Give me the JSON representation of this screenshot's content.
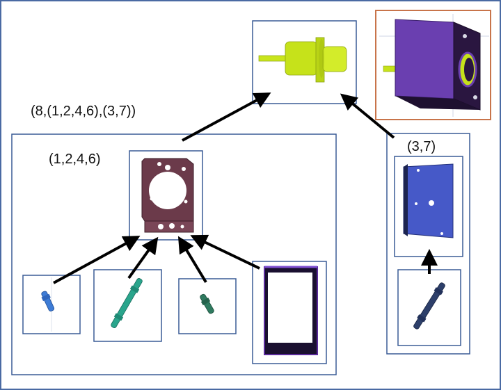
{
  "labels": {
    "top_assembly": "(8,(1,2,4,6),(3,7))",
    "left_group": "(1,2,4,6)",
    "right_group": "(3,7)"
  },
  "colors": {
    "frame": "#4a6aa3",
    "box": "#3a5c96",
    "highlight_box": "#c8744a",
    "arrow": "#000000",
    "shaft_part": "#c6e21a",
    "bracket_part": "#6b3a4a",
    "plate_part": "#4659c8",
    "housing_part": "#6a3fb0",
    "pin_blue": "#3e7cd6",
    "pin_teal": "#2aa58c",
    "pin_green": "#2f7a5f",
    "pin_navy": "#2d3f6a",
    "frame_part": "#5a2a9a"
  },
  "icons": [
    "shaft-part-icon",
    "assembled-housing-icon",
    "bracket-plate-icon",
    "blue-pin-icon",
    "teal-rod-icon",
    "green-pin-icon",
    "rectangular-frame-icon",
    "rectangular-plate-icon",
    "navy-rod-icon"
  ]
}
